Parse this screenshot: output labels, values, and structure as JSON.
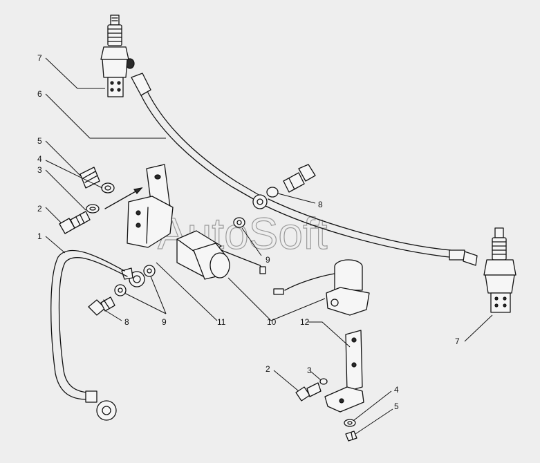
{
  "watermark": "AutoSoft",
  "callouts": {
    "c7a": "7",
    "c6": "6",
    "c5a": "5",
    "c4a": "4",
    "c3a": "3",
    "c2a": "2",
    "c1": "1",
    "c8a": "8",
    "c9a": "9",
    "c11": "11",
    "c9b": "9",
    "c10": "10",
    "c8b": "8",
    "c7b": "7",
    "c12": "12",
    "c2b": "2",
    "c3b": "3",
    "c4b": "4",
    "c5b": "5"
  }
}
